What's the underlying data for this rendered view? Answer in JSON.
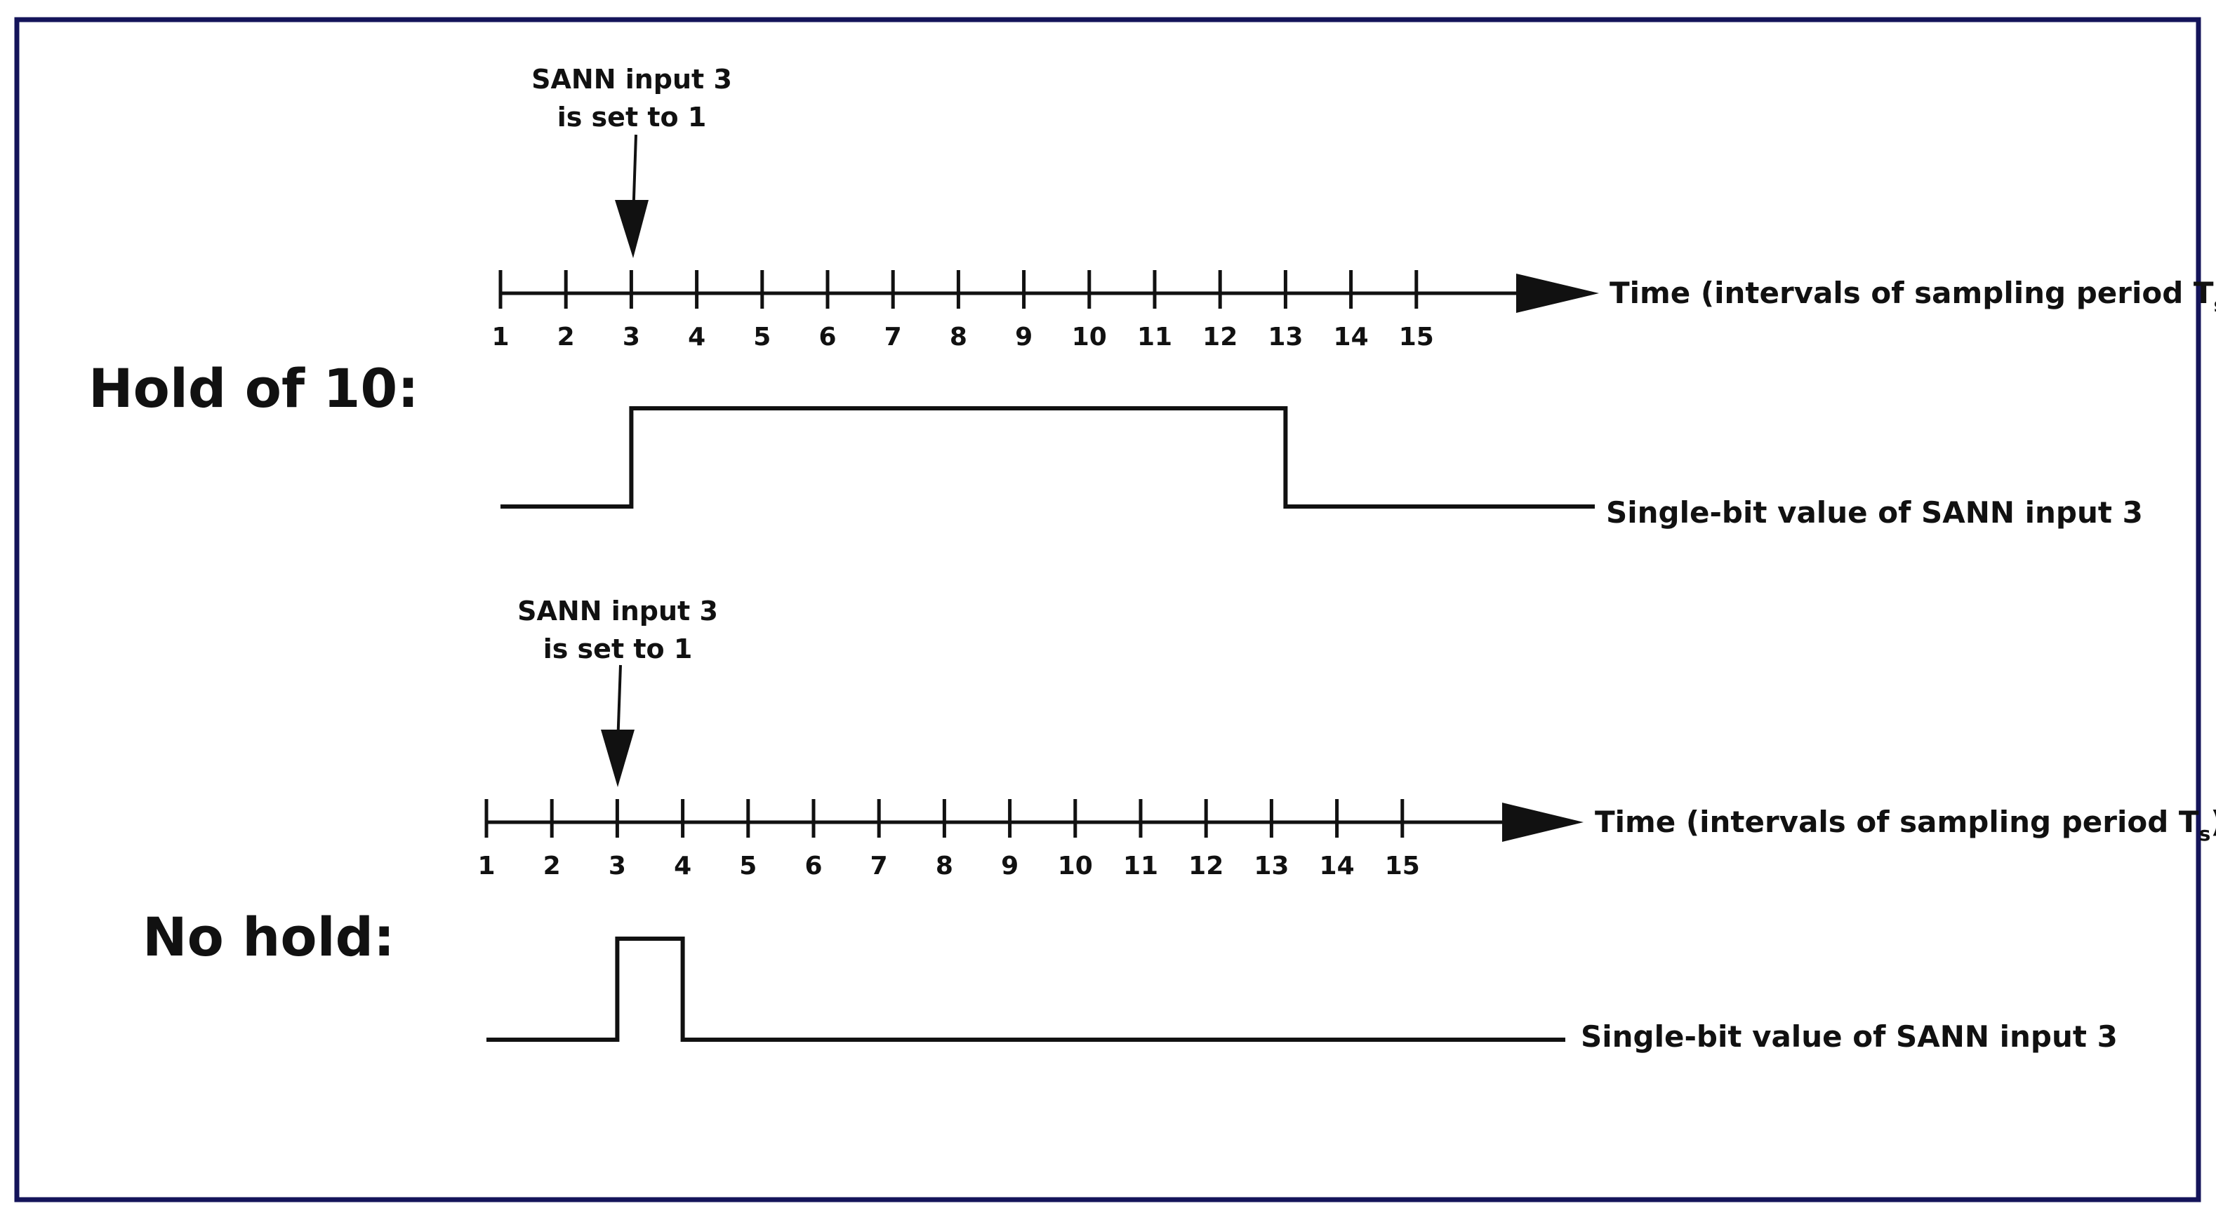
{
  "colors": {
    "border": "#14145a",
    "ink": "#111111",
    "background": "#ffffff"
  },
  "panels": [
    {
      "title": "Hold of 10:",
      "annotation_line1": "SANN input 3",
      "annotation_line2": "is set to 1",
      "annotation_tick": 3,
      "axis_label": "Time (intervals of sampling period T",
      "axis_label_subscript": "s",
      "axis_label_close": ")",
      "ticks": [
        "1",
        "2",
        "3",
        "4",
        "5",
        "6",
        "7",
        "8",
        "9",
        "10",
        "11",
        "12",
        "13",
        "14",
        "15"
      ],
      "signal_label": "Single-bit value of SANN input 3",
      "signal": {
        "start": 1,
        "rise": 3,
        "fall": 13,
        "low": 0,
        "high": 1
      }
    },
    {
      "title": "No hold:",
      "annotation_line1": "SANN input 3",
      "annotation_line2": "is set to 1",
      "annotation_tick": 3,
      "axis_label": "Time (intervals of sampling period T",
      "axis_label_subscript": "s",
      "axis_label_close": ")",
      "ticks": [
        "1",
        "2",
        "3",
        "4",
        "5",
        "6",
        "7",
        "8",
        "9",
        "10",
        "11",
        "12",
        "13",
        "14",
        "15"
      ],
      "signal_label": "Single-bit value of SANN input 3",
      "signal": {
        "start": 1,
        "rise": 3,
        "fall": 4,
        "low": 0,
        "high": 1
      }
    }
  ]
}
